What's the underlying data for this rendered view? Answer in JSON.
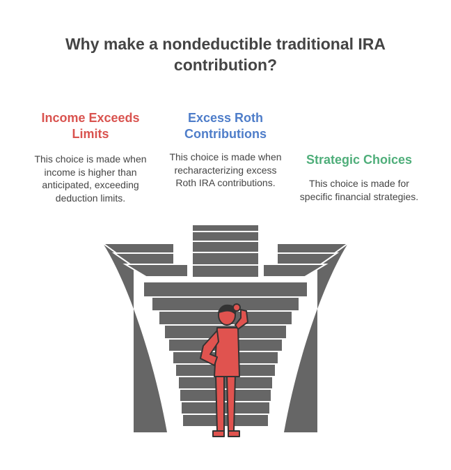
{
  "title": "Why make a nondeductible traditional IRA contribution?",
  "columns": [
    {
      "heading": "Income Exceeds Limits",
      "description": "This choice is made when income is higher than anticipated, exceeding deduction limits.",
      "color": "#d9534f"
    },
    {
      "heading": "Excess Roth Contributions",
      "description": "This choice is made when recharacterizing excess Roth IRA contributions.",
      "color": "#4e7dc9"
    },
    {
      "heading": "Strategic Choices",
      "description": "This choice is made for specific financial strategies.",
      "color": "#4fae7a"
    }
  ],
  "illustration": {
    "stairs_color": "#666666",
    "figure_color": "#e0534f",
    "icon": "person-thinking-icon"
  }
}
